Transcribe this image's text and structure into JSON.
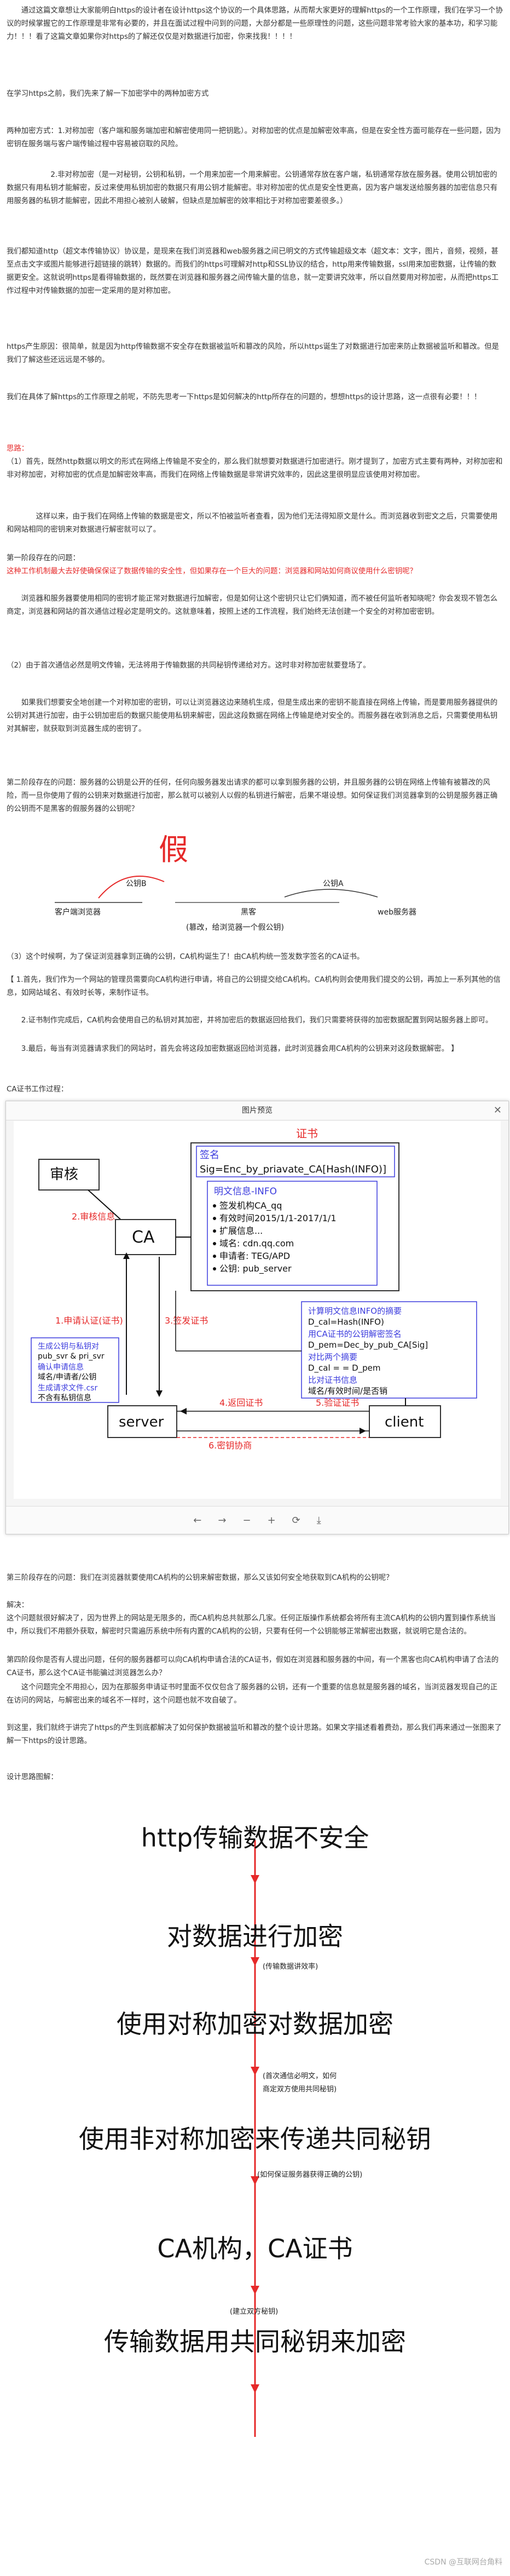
{
  "intro": [
    "通过这篇文章想让大家能明白https的设计者在设计https这个协议的一个具体思路，从而帮大家更好的理解https的一个工作原理，我们在学习一个协议的时候掌握它的工作原理是非常有必要的，并且在面试过程中问到的问题，大部分都是一些原理性的问题，这些问题非常考验大家的基本功，和学习能力！！！看了这篇文章如果你对https的了解还仅仅是对数据进行加密，你来找我！！！！",
    "在学习https之前，我们先来了解一下加密学中的两种加密方式",
    "两种加密方式：1.对称加密（客户端和服务端加密和解密使用同一把钥匙）。对称加密的优点是加解密效率高，但是在安全性方面可能存在一些问题，因为密钥在服务端与客户端传输过程中容易被窃取的风险。",
    "2.非对称加密（是一对秘钥，公钥和私钥，一个用来加密一个用来解密。公钥通常存放在客户端，私钥通常存放在服务器。使用公钥加密的数据只有用私钥才能解密，反过来使用私钥加密的数据只有用公钥才能解密。非对称加密的优点是安全性更高，因为客户端发送给服务器的加密信息只有用服务器的私钥才能解密，因此不用担心被别人破解，但缺点是加解密的效率相比于对称加密要差很多。）",
    "我们都知道http（超文本传输协议）协议是，是现来在我们浏览器和web服务器之间已明文的方式传输超级文本（超文本：文字，图片，音频，视频，甚至点击文字或图片能够进行超链接的跳转）数据的。而我们的https可理解对http和SSL协议的结合，http用来传输数据，ssl用来加密数据，让传输的数据更安全。这就说明https是看得输数据的，既然要在浏览器和服务器之间传输大量的信息，就一定要讲究效率，所以自然要用对称加密，从而把https工作过程中对传输数据的加密一定采用的是对称加密。",
    "https产生原因：很简单，就是因为http传输数据不安全存在数据被监听和篡改的风险，所以https诞生了对数据进行加密来防止数据被监听和篡改。但是我们了解这些还远远是不够的。",
    "我们在具体了解https的工作原理之前呢，不防先思考一下https是如何解决的http所存在的问题的，想想https的设计思路，这一点很有必要！！！",
    "思路：",
    "（1）首先，既然http数据以明文的形式在网络上传输是不安全的，那么我们就想要对数据进行加密进行。刚才提到了，加密方式主要有两种，对称加密和非对称加密，对称加密的优点是加解密效率高，而我们在网络上传输数据是非常讲究效率的，因此这里很明显应该使用对称加密。",
    "这样以来，由于我们在网络上传输的数据是密文，所以不怕被监听者查看，因为他们无法得知原文是什么。而浏览器收到密文之后，只需要使用和网站相同的密钥来对数据进行解密就可以了。",
    "第一阶段存在的问题：",
    "这种工作机制最大去好使确保保证了数据传输的安全性，但如果存在一个巨大的问题：浏览器和网站如何商议使用什么密钥呢？",
    "浏览器和服务器要使用相同的密钥才能正常对数据进行加解密，但是如何让这个密钥只让它们俩知道，而不被任何监听者知晓呢？你会发现不管怎么商定，浏览器和网站的首次通信过程必定是明文的。这就意味着，按照上述的工作流程，我们始终无法创建一个安全的对称加密密钥。",
    "（2）由于首次通信必然是明文传输，无法将用于传输数据的共同秘钥传递给对方。这时非对称加密就要登场了。",
    "如果我们想要安全地创建一个对称加密的密钥，可以让浏览器这边来随机生成，但是生成出来的密钥不能直接在网络上传输，而是要用服务器提供的公钥对其进行加密，由于公钥加密后的数据只能使用私钥来解密，因此这段数据在网络上传输是绝对安全的。而服务器在收到消息之后，只需要使用私钥对其解密，就获取到浏览器生成的密钥了。",
    "第二阶段存在的问题：服务器的公钥是公开的任何，任何向服务器发出请求的都可以拿到服务器的公钥，并且服务器的公钥在网络上传输有被篡改的风险，而一旦你使用了假的公钥来对数据进行加密，那么就可以被别人以假的私钥进行解密，后果不堪设想。如何保证我们浏览器拿到的公钥是服务器正确的公钥而不是黑客的假服务器的公钥呢？",
    "（3）这个时候啊，为了保证浏览器拿到正确的公钥，CA机构诞生了！由CA机构统一签发数字签名的CA证书。",
    "【 1.首先，我们作为一个网站的管理员需要向CA机构进行申请，将自己的公钥提交给CA机构。CA机构则会使用我们提交的公钥，再加上一系列其他的信息，如网站域名、有效时长等，来制作证书。",
    "2.证书制作完成后，CA机构会使用自己的私钥对其加密，并将加密后的数据返回给我们，我们只需要将获得的加密数据配置到网站服务器上即可。",
    "3.最后，每当有浏览器请求我们的网站时，首先会将这段加密数据返回给浏览器，此时浏览器会用CA机构的公钥来对这段数据解密。 】",
    "CA证书工作过程："
  ],
  "diagram1": {
    "key": "假",
    "client": "客户端浏览器",
    "middle": "黑客",
    "server": "web服务器",
    "pubB": "公钥B",
    "pubA": "公钥A",
    "note": "(篡改，给浏览器一个假公钥)"
  },
  "window": {
    "title": "图片预览",
    "cert_label": "证书",
    "sign_label": "签名",
    "sign_formula": "Sig=Enc_by_priavate_CA[Hash(INFO)]",
    "info_title": "明文信息-INFO",
    "info_items": [
      "签发机构CA_qq",
      "有效时间2015/1/1-2017/1/1",
      "扩展信息...",
      "域名: cdn.qq.com",
      "申请者: TEG/APD",
      "公钥: pub_server"
    ],
    "audit": "审核",
    "audit_label": "2.审核信息",
    "ca": "CA",
    "apply": "1.申请认证(证书)",
    "issue": "3.签发证书",
    "server_items": [
      "生成公钥与私钥对",
      "pub_svr & pri_svr",
      "确认申请信息",
      "域名/申请者/公钥",
      "生成请求文件.csr",
      "不含有私钥信息"
    ],
    "client_items": [
      "计算明文信息INFO的摘要",
      "D_cal=Hash(INFO)",
      "用CA证书的公钥解密签名",
      "D_pem=Dec_by_pub_CA[Sig]",
      "对比两个摘要",
      "D_cal = = D_pem",
      "比对证书信息",
      "域名/有效时间/是否销"
    ],
    "server": "server",
    "client": "client",
    "return": "4.返回证书",
    "verify": "5.验证证书",
    "key_comm": "6.密钥协商"
  },
  "outro": [
    "第三阶段存在的问题：我们在浏览器就要使用CA机构的公钥来解密数据，那么又该如何安全地获取到CA机构的公钥呢？",
    "解决：",
    "这个问题就很好解决了，因为世界上的网站是无限多的，而CA机构总共就那么几家。任何正版操作系统都会将所有主流CA机构的公钥内置到操作系统当中，所以我们不用额外获取，解密时只需遍历系统中所有内置的CA机构的公钥，只要有任何一个公钥能够正常解密出数据，就说明它是合法的。",
    "第四阶段你是否有人提出问题，任何的服务器都可以向CA机构申请合法的CA证书，假如在浏览器和服务器的中间，有一个黑客也向CA机构申请了合法的CA证书，那么这个CA证书能骗过浏览器怎么办？",
    "这个问题完全不用担心，因为在那服务申请证书时里面不仅仅包含了服务器的公钥，还有一个重要的信息就是服务器的域名，当浏览器发现自己的正在访问的网站，与解密出来的域名不一样时，这个问题也就不攻自破了。",
    "到这里，我们就终于讲完了https的产生到底都解决了如何保护数据被监听和篡改的整个设计思路。如果文字描述看着费劲，那么我们再来通过一张图来了解一下https的设计思路。",
    "设计思路图解："
  ],
  "flow": {
    "s1": "http传输数据不安全",
    "s2": "对数据进行加密",
    "n2": "(传输数据讲效率)",
    "s3": "使用对称加密对数据加密",
    "n3a": "(首次通信必明文，如何",
    "n3b": "商定双方使用共同秘钥)",
    "s4": "使用非对称加密来传递共同秘钥",
    "n4": "(如何保证服务器获得正确的公钥)",
    "s5": "CA机构，CA证书",
    "n5": "(建立双方秘钥)",
    "s6": "传输数据用共同秘钥来加密"
  },
  "watermark": "CSDN @互联网台角料"
}
